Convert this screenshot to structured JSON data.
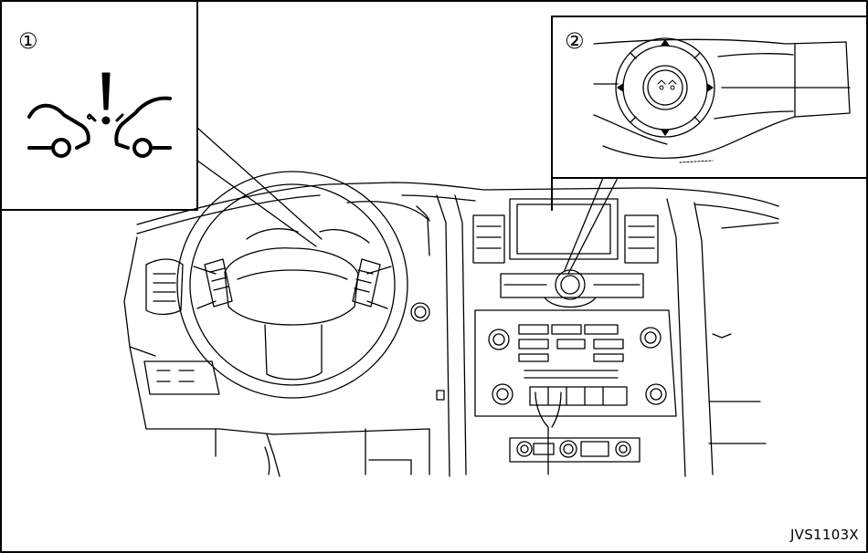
{
  "figure": {
    "callouts": [
      "①",
      "②"
    ],
    "code": "JVS1103X"
  },
  "colors": {
    "line": "#000000",
    "background": "#ffffff"
  },
  "icons": [
    "forward-collision-warning-icon",
    "multi-function-controller-icon"
  ]
}
